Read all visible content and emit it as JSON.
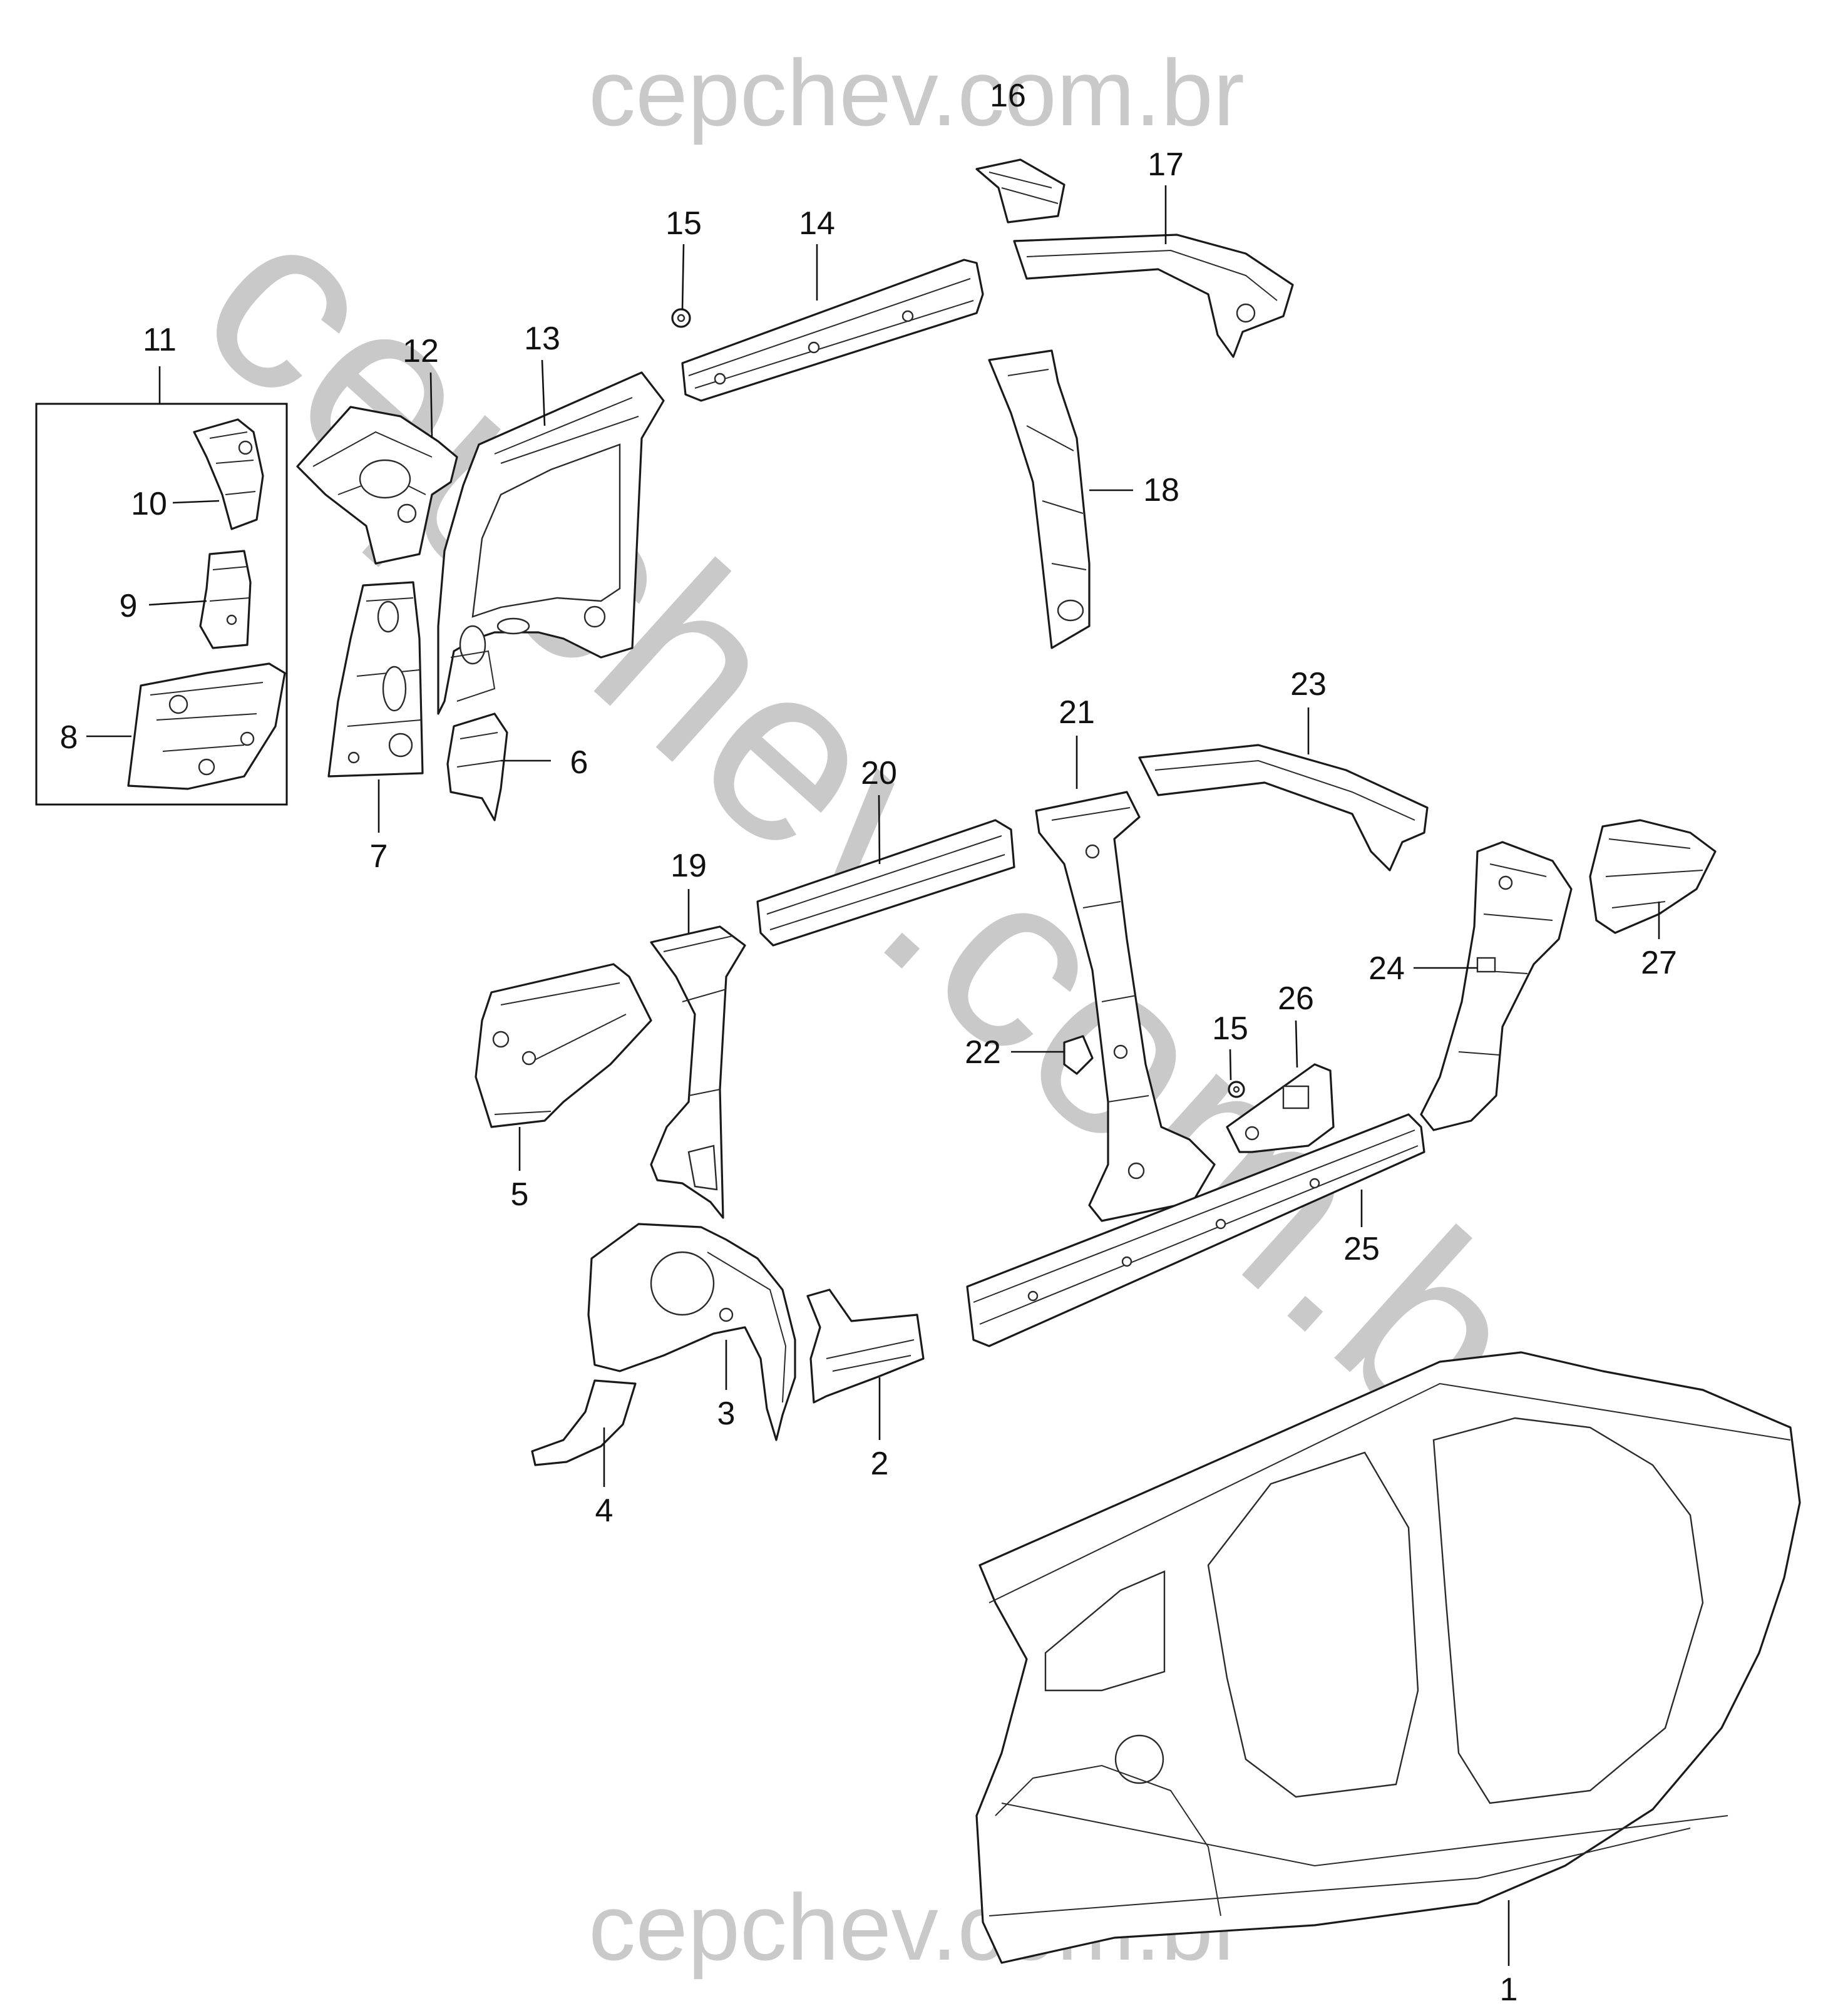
{
  "watermark": {
    "top": "cepchev.com.br",
    "bottom": "cepchev.com.br",
    "diagonal": "cepchev.com.br"
  },
  "callouts": {
    "c1": "1",
    "c2": "2",
    "c3": "3",
    "c4": "4",
    "c5": "5",
    "c6": "6",
    "c7": "7",
    "c8": "8",
    "c9": "9",
    "c10": "10",
    "c11": "11",
    "c12": "12",
    "c13": "13",
    "c14": "14",
    "c15a": "15",
    "c15b": "15",
    "c16": "16",
    "c17": "17",
    "c18": "18",
    "c19": "19",
    "c20": "20",
    "c21": "21",
    "c22": "22",
    "c23": "23",
    "c24": "24",
    "c25": "25",
    "c26": "26",
    "c27": "27"
  }
}
